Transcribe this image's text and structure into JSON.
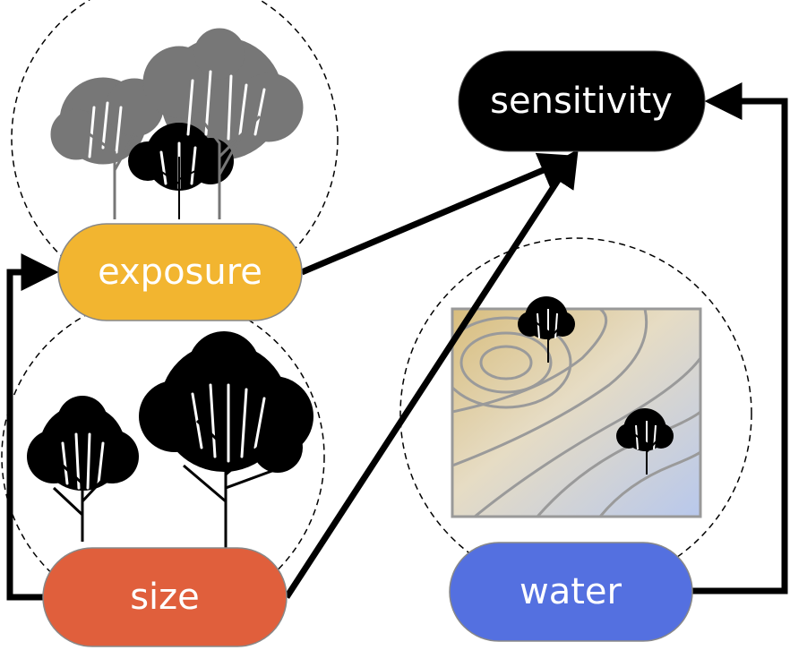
{
  "nodes": {
    "sensitivity": {
      "label": "sensitivity",
      "color": "#000000"
    },
    "exposure": {
      "label": "exposure",
      "color": "#f2b530"
    },
    "size": {
      "label": "size",
      "color": "#e05f3c"
    },
    "water": {
      "label": "water",
      "color": "#5470e0"
    }
  },
  "edges": [
    {
      "from": "exposure",
      "to": "sensitivity"
    },
    {
      "from": "size",
      "to": "sensitivity"
    },
    {
      "from": "water",
      "to": "sensitivity"
    },
    {
      "from": "size",
      "to": "exposure"
    }
  ],
  "illustrations": {
    "exposure": {
      "icon": "tree-canopy-shaded-icon",
      "canopy_colors": [
        "#777777",
        "#000000"
      ]
    },
    "size": {
      "icon": "tree-size-icon",
      "canopy_color": "#000000"
    },
    "water": {
      "icon": "topographic-map-icon",
      "dry_color": "#d8bd7d",
      "wet_color": "#b8c8ec"
    }
  }
}
